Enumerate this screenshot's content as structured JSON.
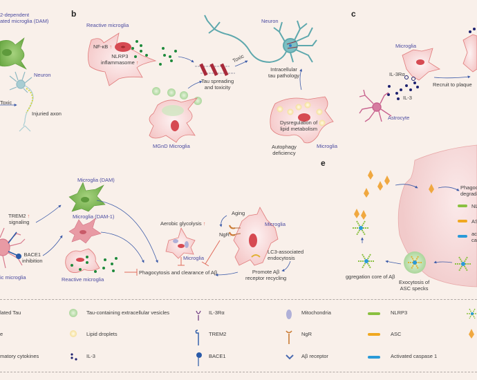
{
  "panels": {
    "a": {
      "dam_title_line1": "2-dependent",
      "dam_title_line2": "ated microglia (DAM)",
      "neuron": "Neuron",
      "toxic": "Toxic",
      "injured_axon": "Injuried axon"
    },
    "b": {
      "letter": "b",
      "reactive_microglia": "Reactive microglia",
      "nfkb": "NF-κB",
      "nlrp3_line1": "NLRP3",
      "nlrp3_line2": "inflammasome",
      "tau_spreading_line1": "Tau spreading",
      "tau_spreading_line2": "and toxicity",
      "toxic": "Toxic",
      "neuron": "Neuron",
      "intracellular_line1": "Intracellular",
      "intracellular_line2": "tau pathology",
      "mgnd": "MGnD Microglia",
      "dysreg_line1": "Dysregulation of",
      "dysreg_line2": "lipid metabolism",
      "autophagy_line1": "Autophagy",
      "autophagy_line2": "deficiency",
      "microglia": "Microglia"
    },
    "c": {
      "letter": "c",
      "microglia": "Microglia",
      "il3ra": "IL-3Rα",
      "il3": "IL-3",
      "astrocyte": "Astrocyte",
      "recruit": "Recruit to plaque"
    },
    "d": {
      "microglia_dam": "Microglia (DAM)",
      "microglia_dam1": "Microglia (DAM-1)",
      "trem2_line1": "TREM2",
      "trem2_line2": "signaling",
      "bace1_line1": "BACE1",
      "bace1_line2": "inhibition",
      "homeostatic": "ic microglia",
      "reactive_microglia": "Reactive microglia",
      "phagocytosis": "Phagocytosis and clearance of Aβ",
      "aerobic": "Aerobic glycolysis",
      "microglia_small": "Microglia",
      "aging": "Aging",
      "ngr": "NgR",
      "microglia_big": "Microglia",
      "lc3_line1": "LC3-associated",
      "lc3_line2": "endocytosis",
      "promote_line1": "Promote Aβ",
      "promote_line2": "receptor recycling"
    },
    "e": {
      "letter": "e",
      "phago_line1": "Phagoc",
      "phago_line2": "degrada",
      "nlrp3": "NL",
      "asc": "AS",
      "casp_line1": "ac",
      "casp_line2": "ca",
      "aggregation": "ggregation core of Aβ",
      "exocytosis_line1": "Exocytosis of",
      "exocytosis_line2": "ASC specks"
    }
  },
  "legend": {
    "col1": [
      {
        "icon": "phospho-tau-icon",
        "label": "lated Tau"
      },
      {
        "icon": "unknown-icon",
        "label": "e"
      },
      {
        "icon": "cytokine-icon",
        "label": "matory cytokines"
      }
    ],
    "col2": [
      {
        "icon": "tau-vesicle-icon",
        "label": "Tau-containing extracellular vesicles"
      },
      {
        "icon": "lipid-droplet-icon",
        "label": "Lipid droplets"
      },
      {
        "icon": "il3-icon",
        "label": "IL-3"
      }
    ],
    "col3": [
      {
        "icon": "il3ra-receptor-icon",
        "label": "IL-3Rα"
      },
      {
        "icon": "trem2-icon",
        "label": "TREM2"
      },
      {
        "icon": "bace1-icon",
        "label": "BACE1"
      }
    ],
    "col4": [
      {
        "icon": "mitochondria-icon",
        "label": "Mitochondria"
      },
      {
        "icon": "ngr-icon",
        "label": "NgR"
      },
      {
        "icon": "abeta-receptor-icon",
        "label": "Aβ receptor"
      }
    ],
    "col5": [
      {
        "icon": "nlrp3-icon",
        "label": "NLRP3"
      },
      {
        "icon": "asc-icon",
        "label": "ASC"
      },
      {
        "icon": "activated-caspase1-icon",
        "label": "Activated caspase 1"
      }
    ]
  },
  "colors": {
    "background": "#f9f0ea",
    "cell_fill": "#f7d4d4",
    "cell_stroke": "#e07a7a",
    "nucleus": "#d64a52",
    "dam_green": "#7ab552",
    "neuron_teal": "#5ea8ad",
    "label_blue": "#4a4aa0",
    "arrow_blue": "#3b5aa8",
    "cytokine_green": "#1e8a3c",
    "il3_navy": "#1e2270",
    "astrocyte_pink": "#c8628e",
    "inhibit_red": "#e06a5a"
  }
}
